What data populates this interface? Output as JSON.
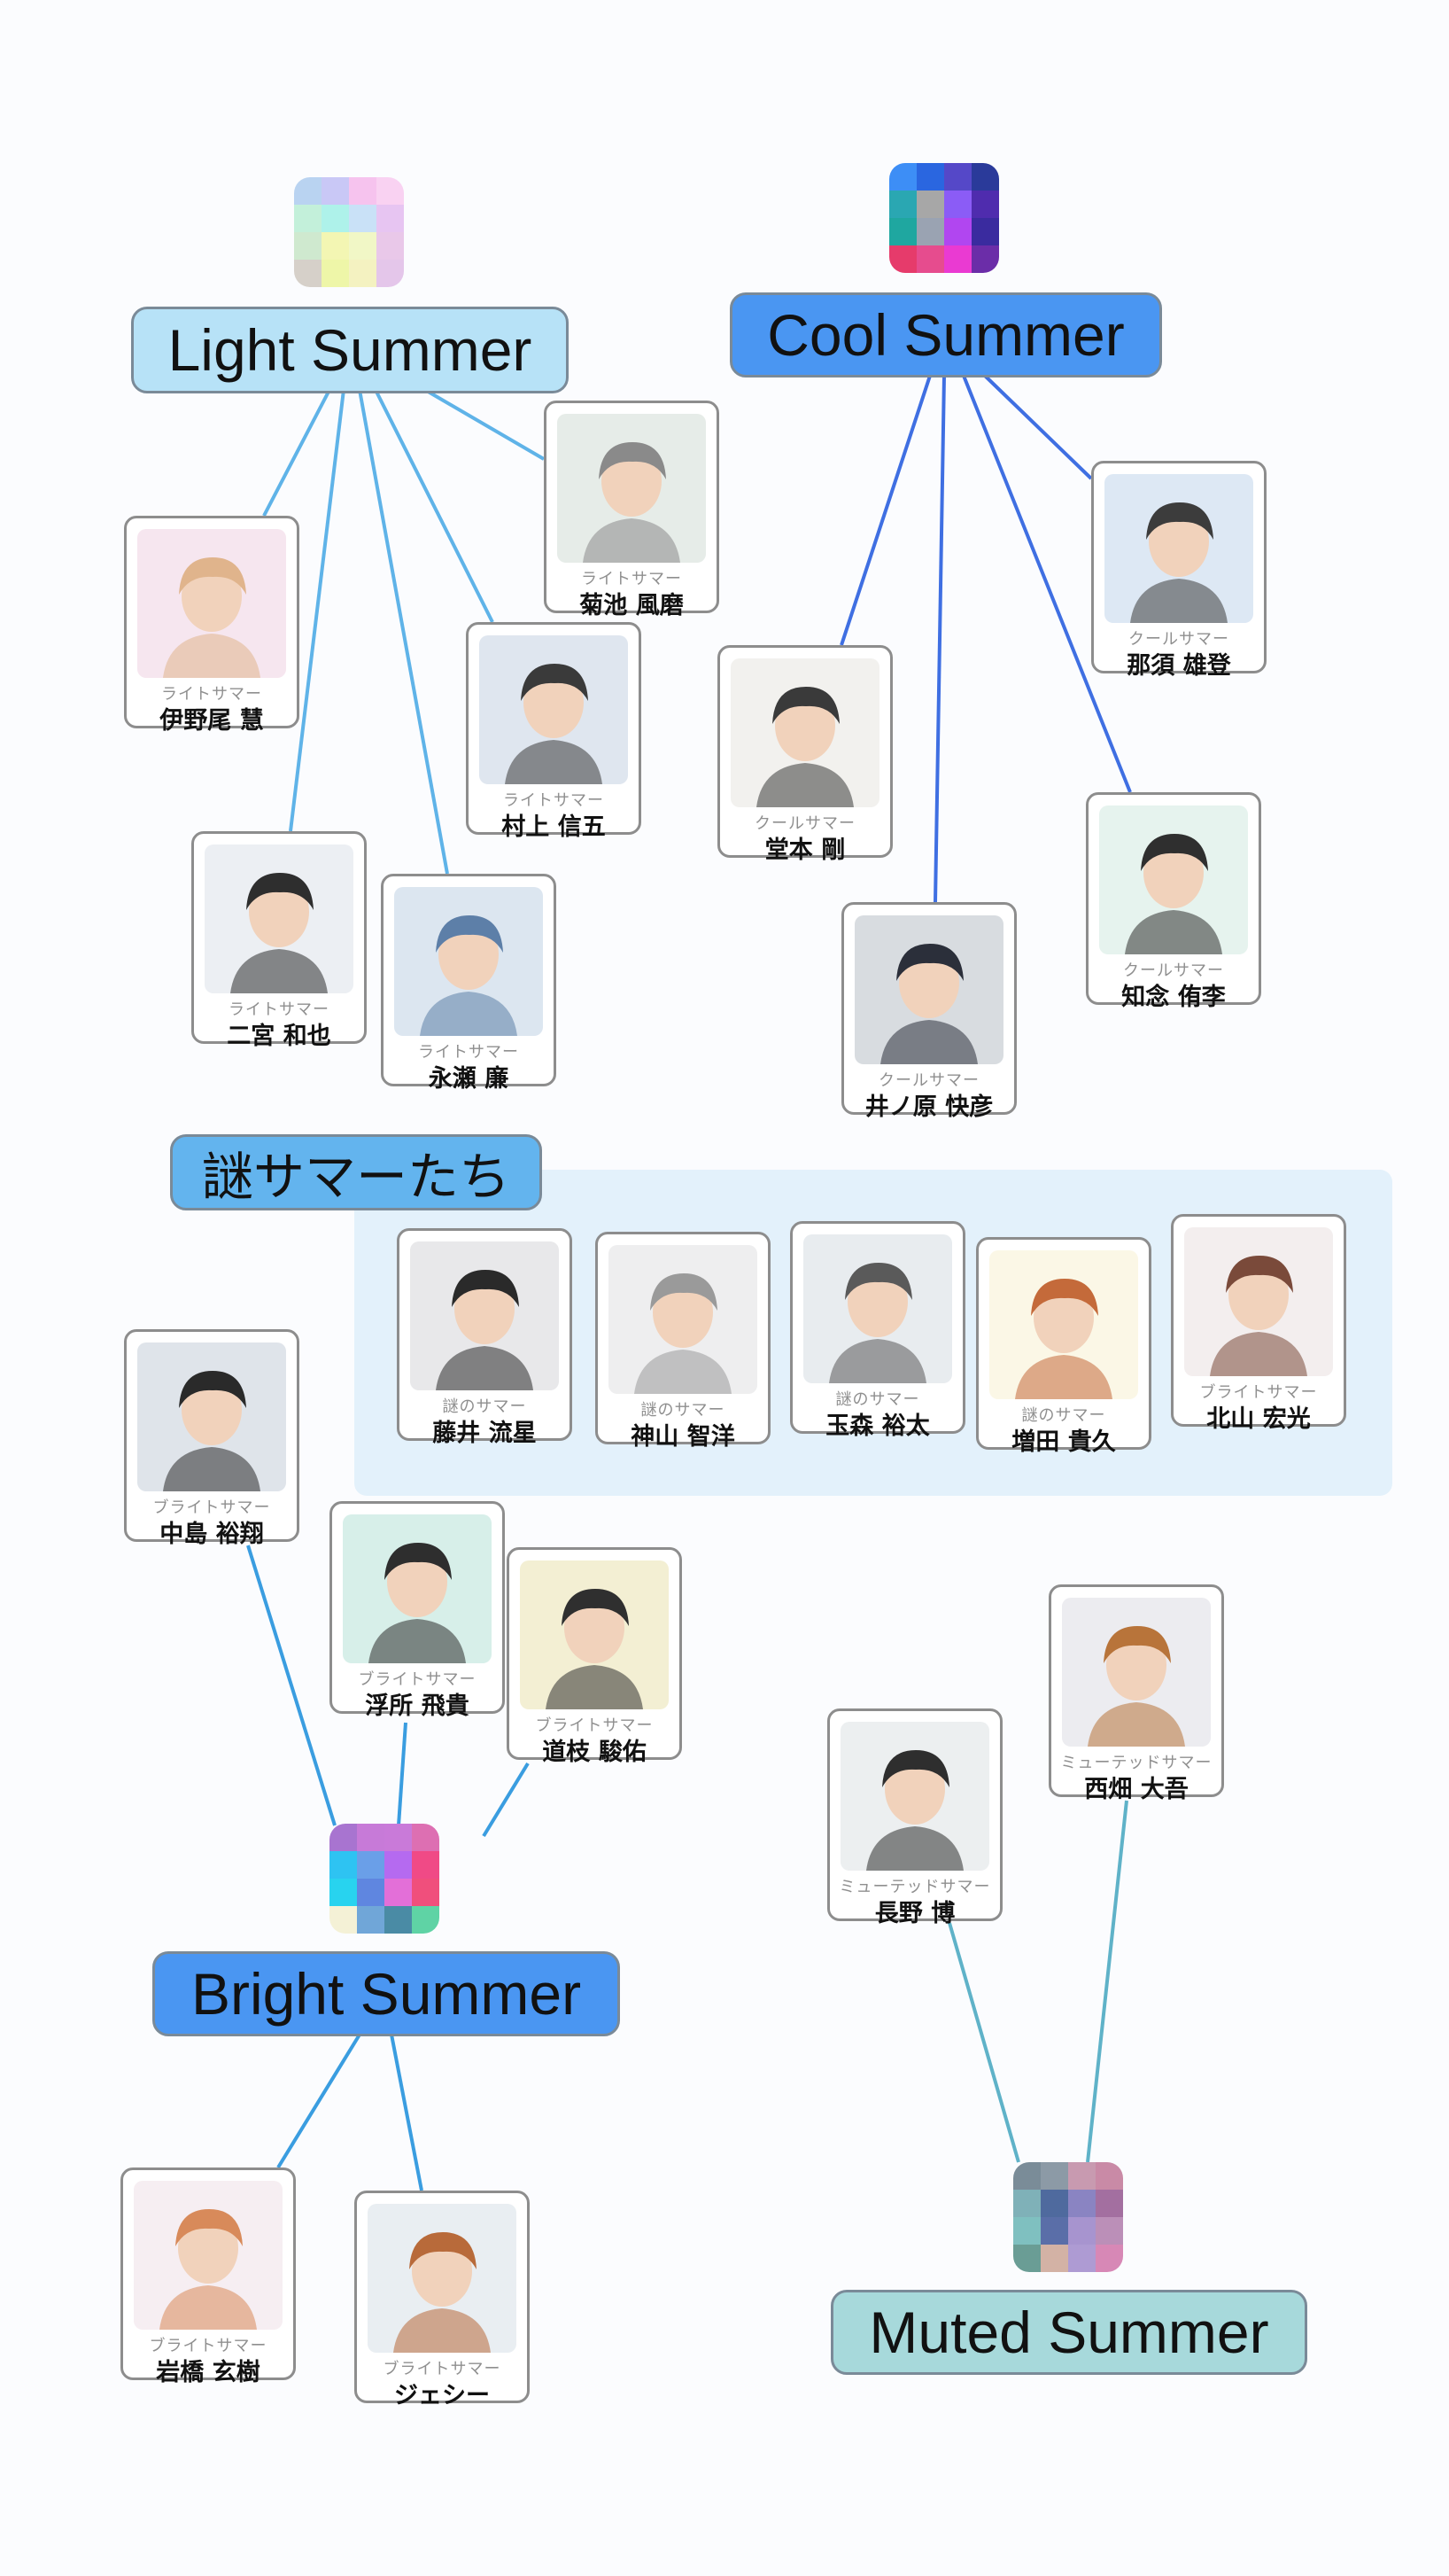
{
  "palettes": {
    "light": {
      "label": "Light Summer",
      "label_bg": "#b7e2f7",
      "colors": [
        "#b9d3f1",
        "#c9c8f6",
        "#f6c3ee",
        "#f9d2f2",
        "#c3f0da",
        "#aef2ea",
        "#c9e1f7",
        "#e7c5f2",
        "#cfe9cf",
        "#f3f6b3",
        "#f1f7c6",
        "#e9c8e9",
        "#d6d0c9",
        "#eef6a8",
        "#f4f2c1",
        "#e4c6ea"
      ]
    },
    "cool": {
      "label": "Cool Summer",
      "label_bg": "#4a96f2",
      "colors": [
        "#3d8ef6",
        "#2a66e0",
        "#5548c8",
        "#2a3a9a",
        "#2aa7b2",
        "#a7a7a7",
        "#8b5cf6",
        "#4f2cae",
        "#1fa7a0",
        "#9aa3b2",
        "#b146f0",
        "#3a2b9f",
        "#e63b6b",
        "#e64c8e",
        "#ea3ad2",
        "#6b2da8"
      ]
    },
    "bright": {
      "label": "Bright Summer",
      "label_bg": "#4a96f2",
      "colors": [
        "#a874d0",
        "#c77ad8",
        "#c97ad9",
        "#dd6fb2",
        "#2ec3f2",
        "#6a9fe8",
        "#b56af0",
        "#f04a86",
        "#28d3ef",
        "#5f86e0",
        "#e36fd8",
        "#f04f7c",
        "#f4f1d6",
        "#70a6d8",
        "#4a8ba5",
        "#5fd3a5"
      ]
    },
    "muted": {
      "label": "Muted Summer",
      "label_bg": "#a7d9db",
      "colors": [
        "#7a8c98",
        "#8c9aa6",
        "#c89ab0",
        "#c98aa6",
        "#7fb1b8",
        "#4f6a9e",
        "#8a84c2",
        "#a36fa0",
        "#7fc0c0",
        "#5a6ea8",
        "#a794cf",
        "#bb8fb8",
        "#6a9d95",
        "#d3b2a5",
        "#ae9bd3",
        "#d788b6"
      ]
    }
  },
  "mystery_label": "謎サマーたち",
  "roles": {
    "light": "ライトサマー",
    "cool": "クールサマー",
    "mystery": "謎のサマー",
    "bright": "ブライトサマー",
    "muted": "ミューテッドサマー"
  },
  "people": [
    {
      "name": "伊野尾 慧",
      "role": "ライトサマー"
    },
    {
      "name": "菊池 風磨",
      "role": "ライトサマー"
    },
    {
      "name": "村上 信五",
      "role": "ライトサマー"
    },
    {
      "name": "二宮 和也",
      "role": "ライトサマー"
    },
    {
      "name": "永瀬 廉",
      "role": "ライトサマー"
    },
    {
      "name": "那須 雄登",
      "role": "クールサマー"
    },
    {
      "name": "堂本 剛",
      "role": "クールサマー"
    },
    {
      "name": "知念 侑李",
      "role": "クールサマー"
    },
    {
      "name": "井ノ原 快彦",
      "role": "クールサマー"
    },
    {
      "name": "藤井 流星",
      "role": "謎のサマー"
    },
    {
      "name": "神山 智洋",
      "role": "謎のサマー"
    },
    {
      "name": "玉森 裕太",
      "role": "謎のサマー"
    },
    {
      "name": "増田 貴久",
      "role": "謎のサマー"
    },
    {
      "name": "北山 宏光",
      "role": "ブライトサマー"
    },
    {
      "name": "中島 裕翔",
      "role": "ブライトサマー"
    },
    {
      "name": "浮所 飛貴",
      "role": "ブライトサマー"
    },
    {
      "name": "道枝 駿佑",
      "role": "ブライトサマー"
    },
    {
      "name": "岩橋 玄樹",
      "role": "ブライトサマー"
    },
    {
      "name": "ジェシー",
      "role": "ブライトサマー"
    },
    {
      "name": "西畑 大吾",
      "role": "ミューテッドサマー"
    },
    {
      "name": "長野 博",
      "role": "ミューテッドサマー"
    }
  ]
}
